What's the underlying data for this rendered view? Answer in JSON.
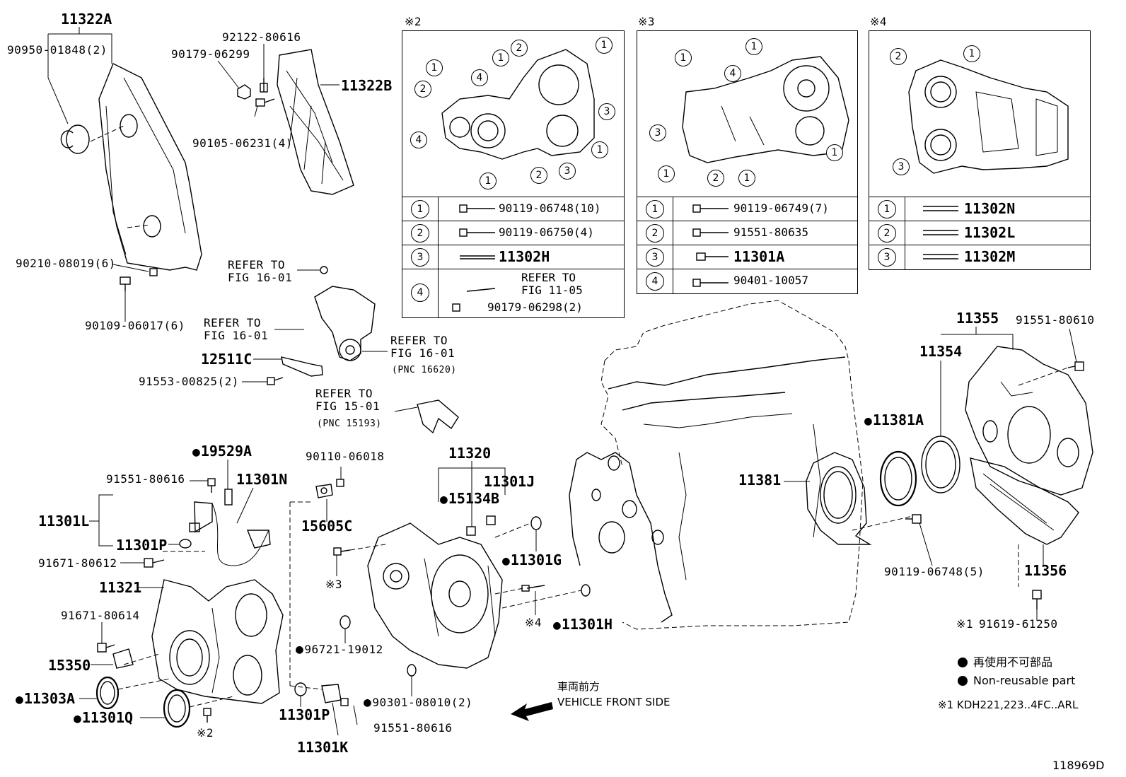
{
  "parts": {
    "p11322A": "11322A",
    "p90950": "90950-01848(2)",
    "p92122": "92122-80616",
    "p90179_06299": "90179-06299",
    "p11322B": "11322B",
    "p90105": "90105-06231(4)",
    "p90210": "90210-08019(6)",
    "p90109": "90109-06017(6)",
    "p12511C": "12511C",
    "p91553": "91553-00825(2)",
    "p19529A": "19529A",
    "p91551_a": "91551-80616",
    "p11301N": "11301N",
    "p11301L": "11301L",
    "p11301P_a": "11301P",
    "p91671_80612": "91671-80612",
    "p11321": "11321",
    "p91671_80614": "91671-80614",
    "p15350": "15350",
    "p11303A": "11303A",
    "p11301Q": "11301Q",
    "p90110": "90110-06018",
    "p15605C": "15605C",
    "p96721": "96721-19012",
    "p11301P_b": "11301P",
    "p11301K": "11301K",
    "p90301": "90301-08010(2)",
    "p91551_b": "91551-80616",
    "p11320": "11320",
    "p11301J": "11301J",
    "p15134B": "15134B",
    "p11301G": "11301G",
    "p11301H": "11301H",
    "p11381": "11381",
    "p11381A": "11381A",
    "p11354": "11354",
    "p11355": "11355",
    "p91551_80610": "91551-80610",
    "p90119_06748_5": "90119-06748(5)",
    "p11356": "11356",
    "p91619": "91619-61250"
  },
  "refs": {
    "r1": "REFER TO\nFIG 16-01",
    "r2": "REFER TO\nFIG 16-01",
    "r3": "REFER TO\nFIG 16-01",
    "r3pnc": "(PNC 16620)",
    "r4": "REFER TO\nFIG 15-01",
    "r4pnc": "(PNC 15193)"
  },
  "marks": {
    "m2": "※2",
    "m3": "※3",
    "m4": "※4",
    "m1": "※1",
    "m3b": "※3",
    "m4b": "※4",
    "m2b": "※2"
  },
  "table2": {
    "title": "※2",
    "rows": [
      {
        "num": "1",
        "text": "90119-06748(10)"
      },
      {
        "num": "2",
        "text": "90119-06750(4)"
      },
      {
        "num": "3",
        "text": "11302H"
      },
      {
        "num": "4",
        "text": "REFER TO\nFIG 11-05",
        "text2": "90179-06298(2)"
      }
    ]
  },
  "table3": {
    "title": "※3",
    "rows": [
      {
        "num": "1",
        "text": "90119-06749(7)"
      },
      {
        "num": "2",
        "text": "91551-80635"
      },
      {
        "num": "3",
        "text": "11301A"
      },
      {
        "num": "4",
        "text": "90401-10057"
      }
    ]
  },
  "table4": {
    "title": "※4",
    "rows": [
      {
        "num": "1",
        "text": "11302N"
      },
      {
        "num": "2",
        "text": "11302L"
      },
      {
        "num": "3",
        "text": "11302M"
      }
    ]
  },
  "legend": {
    "jp": "再使用不可部品",
    "en": "Non-reusable part",
    "note": "※1 KDH221,223..4FC..ARL"
  },
  "direction": {
    "jp": "車両前方",
    "en": "VEHICLE FRONT SIDE"
  },
  "figure_id": "118969D"
}
